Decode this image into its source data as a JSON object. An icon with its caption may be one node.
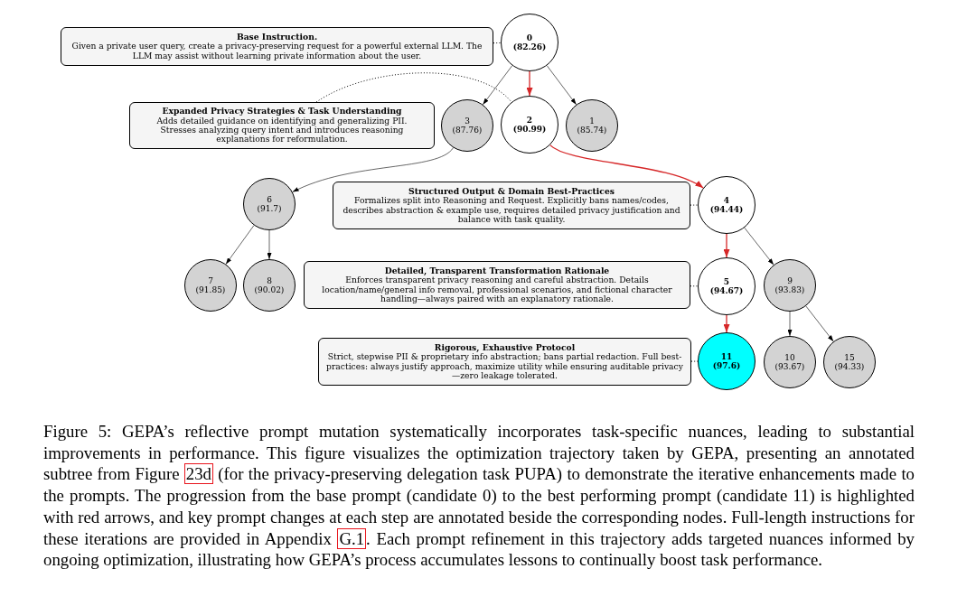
{
  "diagram": {
    "nodes": [
      {
        "text": [
          "Base Instruction.",
          "Given a private user query, create a privacy-preserving request for a powerful external LLM. The LLM may assist without learning private information about the user."
        ]
      },
      {
        "text": [
          "0",
          "(82.26)"
        ]
      },
      {
        "text": [
          "Expanded Privacy Strategies & Task Understanding",
          "Adds detailed guidance on identifying and generalizing PII. Stresses analyzing query intent and introduces reasoning explanations for reformulation."
        ]
      },
      {
        "text": [
          "3",
          "(87.76)"
        ]
      },
      {
        "text": [
          "2",
          "(90.99)"
        ]
      },
      {
        "text": [
          "1",
          "(85.74)"
        ]
      },
      {
        "text": [
          "6",
          "(91.7)"
        ]
      },
      {
        "text": [
          "Structured Output & Domain Best-Practices",
          "Formalizes split into Reasoning and Request. Explicitly bans names/codes, describes abstraction & example use, requires detailed privacy justification and balance with task quality."
        ]
      },
      {
        "text": [
          "4",
          "(94.44)"
        ]
      },
      {
        "text": [
          "7",
          "(91.85)"
        ]
      },
      {
        "text": [
          "8",
          "(90.02)"
        ]
      },
      {
        "text": [
          "Detailed, Transparent Transformation Rationale",
          "Enforces transparent privacy reasoning and careful abstraction. Details location/name/general info removal, professional scenarios, and fictional character handling—always paired with an explanatory rationale."
        ]
      },
      {
        "text": [
          "5",
          "(94.67)"
        ]
      },
      {
        "text": [
          "9",
          "(93.83)"
        ]
      },
      {
        "text": [
          "Rigorous, Exhaustive Protocol",
          "Strict, stepwise PII & proprietary info abstraction; bans partial redaction. Full best-practices: always justify approach, maximize utility while ensuring auditable privacy—zero leakage tolerated."
        ]
      },
      {
        "text": [
          "11",
          "(97.6)"
        ]
      },
      {
        "text": [
          "10",
          "(93.67)"
        ]
      },
      {
        "text": [
          "15",
          "(94.33)"
        ]
      }
    ],
    "edges": [
      {
        "from": 0,
        "to": 1,
        "arrow": "none",
        "style": "dashed"
      },
      {
        "from": 1,
        "to": 3,
        "arrow": "to"
      },
      {
        "from": 1,
        "to": 4,
        "arrow": "to",
        "color": "#d62728"
      },
      {
        "from": 1,
        "to": 5,
        "arrow": "to"
      },
      {
        "from": 2,
        "to": 4,
        "arrow": "none",
        "style": "dashed"
      },
      {
        "from": 3,
        "to": 6,
        "arrow": "to"
      },
      {
        "from": 4,
        "to": 8,
        "arrow": "to",
        "color": "#d62728"
      },
      {
        "from": 7,
        "to": 8,
        "arrow": "none",
        "style": "dashed"
      },
      {
        "from": 6,
        "to": 9,
        "arrow": "to"
      },
      {
        "from": 6,
        "to": 10,
        "arrow": "to"
      },
      {
        "from": 8,
        "to": 12,
        "arrow": "to",
        "color": "#d62728"
      },
      {
        "from": 8,
        "to": 13,
        "arrow": "to"
      },
      {
        "from": 11,
        "to": 12,
        "arrow": "none",
        "style": "dashed"
      },
      {
        "from": 12,
        "to": 15,
        "arrow": "to",
        "color": "#d62728"
      },
      {
        "from": 13,
        "to": 16,
        "arrow": "to"
      },
      {
        "from": 13,
        "to": 17,
        "arrow": "to"
      },
      {
        "from": 14,
        "to": 15,
        "arrow": "none",
        "style": "dashed"
      }
    ],
    "caption": "Figure 5: GEPA’s reflective prompt mutation systematically incorporates task-specific nuances, leading to substantial improvements in performance. This figure visualizes the optimization trajectory taken by GEPA, presenting an annotated subtree from Figure **23d** (for the privacy-preserving delegation task PUPA) to demonstrate the iterative enhancements made to the prompts. The progression from the base prompt (candidate 0) to the best performing prompt (candidate 11) is highlighted with red arrows, and key prompt changes at each step are annotated beside the corresponding nodes. Full-length instructions for these iterations are provided in Appendix **G.1**. Each prompt refinement in this trajectory adds targeted nuances informed by ongoing optimization, illustrating how GEPA’s process accumulates lessons to continually boost task performance."
  }
}
